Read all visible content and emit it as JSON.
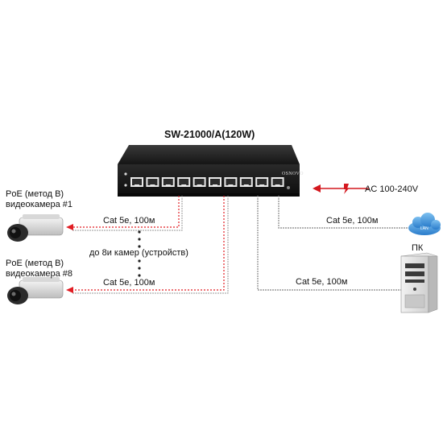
{
  "diagram": {
    "title": "SW-21000/A(120W)",
    "switch": {
      "brand": "OSNOVO",
      "port_count": 10
    },
    "power": {
      "label": "AC 100-240V",
      "line_color": "#d4181f"
    },
    "cameras": [
      {
        "label_line1": "PoE (метод В)",
        "label_line2": "видеокамера #1",
        "cable": "Cat 5e, 100м"
      },
      {
        "label_line1": "PoE (метод В)",
        "label_line2": "видеокамера #8",
        "cable": "Cat 5e, 100м"
      }
    ],
    "middle_note": "до 8и камер (устройств)",
    "lan": {
      "cable": "Cat 5e, 100м",
      "cloud_label": "LAN"
    },
    "pc": {
      "label": "ПК",
      "cable": "Cat 5e, 100м"
    },
    "colors": {
      "poe_link": "#e11d23",
      "cable": "#9a9a9a",
      "switch_body": "#1e1e1e",
      "cloud": "#3a8fd6"
    }
  }
}
